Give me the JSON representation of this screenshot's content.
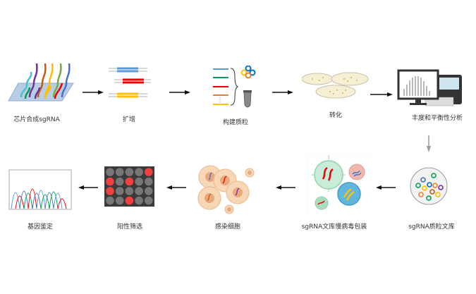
{
  "diagram": {
    "title": "sgRNA library screening workflow",
    "steps": [
      {
        "id": "chip",
        "label": "芯片合成sgRNA"
      },
      {
        "id": "amplify",
        "label": "扩增"
      },
      {
        "id": "plasmid",
        "label": "构建质粒"
      },
      {
        "id": "transform",
        "label": "转化"
      },
      {
        "id": "analysis",
        "label": "丰度和平衡性分析"
      },
      {
        "id": "library",
        "label": "sgRNA质粒文库"
      },
      {
        "id": "virus",
        "label": "sgRNA文库慢病毒包装"
      },
      {
        "id": "infect",
        "label": "感染细胞"
      },
      {
        "id": "screen",
        "label": "阳性筛选"
      },
      {
        "id": "identify",
        "label": "基因鉴定"
      }
    ],
    "flow": [
      [
        "chip",
        "amplify"
      ],
      [
        "amplify",
        "plasmid"
      ],
      [
        "plasmid",
        "transform"
      ],
      [
        "transform",
        "analysis"
      ],
      [
        "analysis",
        "library"
      ],
      [
        "library",
        "virus"
      ],
      [
        "virus",
        "infect"
      ],
      [
        "infect",
        "screen"
      ],
      [
        "screen",
        "identify"
      ]
    ],
    "colors": {
      "red": "#f04040",
      "blue": "#5b9bd5",
      "yellow": "#ffc000",
      "green": "#00a050",
      "orange": "#ed7d31",
      "purple": "#7030a0",
      "gray_well": "#777777",
      "plate_bg": "#3a3a3a"
    },
    "screen_grid": {
      "rows": 4,
      "cols": 5,
      "positive_wells": [
        [
          0,
          4
        ],
        [
          1,
          0
        ],
        [
          1,
          2
        ],
        [
          2,
          0
        ],
        [
          3,
          2
        ]
      ]
    }
  }
}
